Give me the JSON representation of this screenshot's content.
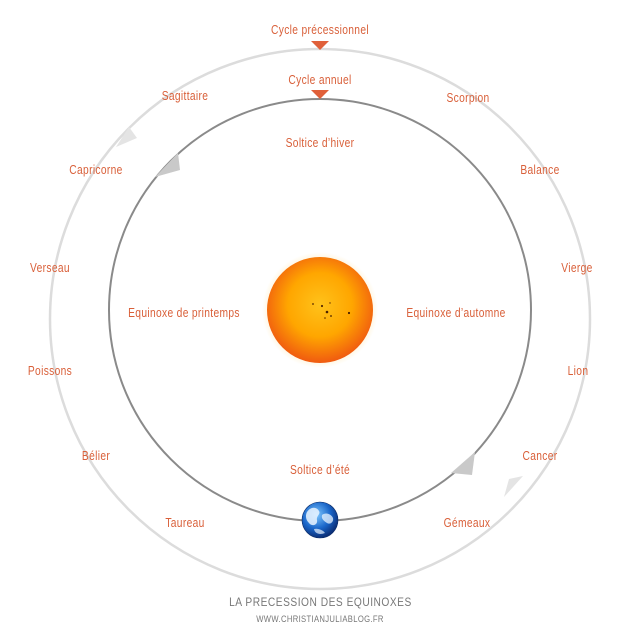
{
  "colors": {
    "label": "#d9603a",
    "outer_ring": "#dcdcdc",
    "inner_ring": "#8a8a8a",
    "arrow_outer": "#e4e4e4",
    "arrow_inner": "#c9c9c9",
    "marker": "#e0603a",
    "sun_core": "#ffb400",
    "sun_edge": "#f15a12",
    "caption": "#777777"
  },
  "diagram": {
    "outer_cycle_label": "Cycle précessionnel",
    "inner_cycle_label": "Cycle annuel",
    "seasons": {
      "winter": "Soltice d’hiver",
      "spring": "Equinoxe de printemps",
      "autumn": "Equinoxe d’automne",
      "summer": "Soltice d’été"
    },
    "zodiac": [
      {
        "key": "sagittaire",
        "label": "Sagittaire"
      },
      {
        "key": "scorpion",
        "label": "Scorpion"
      },
      {
        "key": "capricorne",
        "label": "Capricorne"
      },
      {
        "key": "balance",
        "label": "Balance"
      },
      {
        "key": "verseau",
        "label": "Verseau"
      },
      {
        "key": "vierge",
        "label": "Vierge"
      },
      {
        "key": "poissons",
        "label": "Poissons"
      },
      {
        "key": "lion",
        "label": "Lion"
      },
      {
        "key": "belier",
        "label": "Bélier"
      },
      {
        "key": "cancer",
        "label": "Cancer"
      },
      {
        "key": "taureau",
        "label": "Taureau"
      },
      {
        "key": "gemeaux",
        "label": "Gémeaux"
      }
    ],
    "icons": {
      "center": "sun-icon",
      "orbiting": "earth-icon",
      "outer_marker": "triangle-down-icon",
      "inner_marker": "triangle-down-icon"
    }
  },
  "caption": {
    "title": "LA PRECESSION DES EQUINOXES",
    "site": "WWW.CHRISTIANJULIABLOG.FR"
  }
}
